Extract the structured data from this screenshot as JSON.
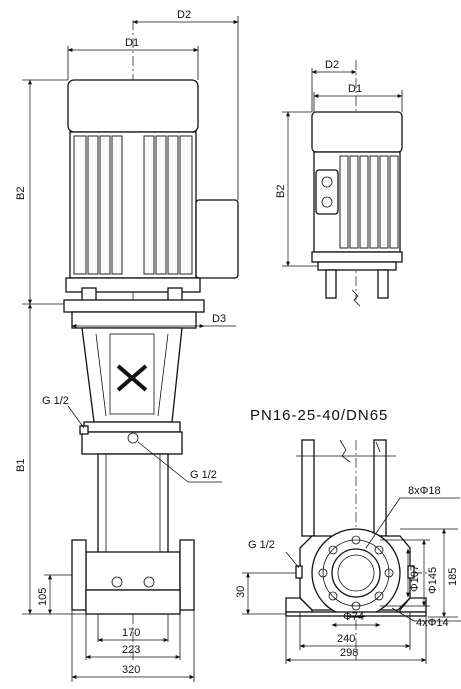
{
  "title": "PN16-25-40/DN65",
  "labels": {
    "d2_main": "D2",
    "d1_main": "D1",
    "b2_main": "B2",
    "b1_main": "B1",
    "d3_main": "D3",
    "g12_vent": "G 1/2",
    "g12_drain": "G 1/2",
    "dim_105": "105",
    "dim_170": "170",
    "dim_223": "223",
    "dim_320": "320",
    "d2_side": "D2",
    "d1_side": "D1",
    "b2_side": "B2",
    "holes_8": "8xΦ18",
    "g12_flange": "G 1/2",
    "dia_107": "Φ107",
    "dia_145": "Φ145",
    "dim_185": "185",
    "dim_30": "30",
    "dia_74": "Φ74",
    "holes_4": "4xΦ14",
    "dim_240": "240",
    "dim_298": "298"
  }
}
